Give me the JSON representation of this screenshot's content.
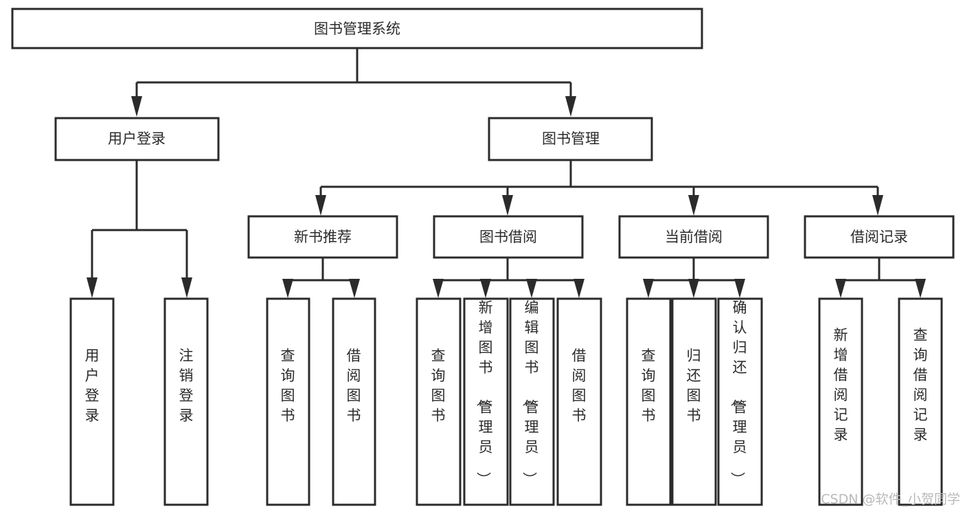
{
  "diagram": {
    "type": "tree-hierarchy",
    "title": "图书管理系统",
    "watermark": "CSDN @软件_小贺同学",
    "nodes": {
      "root": {
        "label": "图书管理系统"
      },
      "level1": [
        {
          "id": "user-login",
          "label": "用户登录"
        },
        {
          "id": "book-manage",
          "label": "图书管理"
        }
      ],
      "level2": [
        {
          "id": "new-book-rec",
          "label": "新书推荐",
          "parent": "book-manage"
        },
        {
          "id": "book-borrow",
          "label": "图书借阅",
          "parent": "book-manage"
        },
        {
          "id": "current-borrow",
          "label": "当前借阅",
          "parent": "book-manage"
        },
        {
          "id": "borrow-record",
          "label": "借阅记录",
          "parent": "book-manage"
        }
      ],
      "leaves": [
        {
          "id": "leaf-user-login",
          "label": "用户登录",
          "parent": "user-login"
        },
        {
          "id": "leaf-user-logout",
          "label": "注销登录",
          "parent": "user-login"
        },
        {
          "id": "leaf-query-book-1",
          "label": "查询图书",
          "parent": "new-book-rec"
        },
        {
          "id": "leaf-borrow-book-1",
          "label": "借阅图书",
          "parent": "new-book-rec"
        },
        {
          "id": "leaf-query-book-2",
          "label": "查询图书",
          "parent": "book-borrow"
        },
        {
          "id": "leaf-add-book",
          "label": "新增图书（管理员）",
          "parent": "book-borrow"
        },
        {
          "id": "leaf-edit-book",
          "label": "编辑图书（管理员）",
          "parent": "book-borrow"
        },
        {
          "id": "leaf-borrow-book-2",
          "label": "借阅图书",
          "parent": "book-borrow"
        },
        {
          "id": "leaf-query-book-3",
          "label": "查询图书",
          "parent": "current-borrow"
        },
        {
          "id": "leaf-return-book",
          "label": "归还图书",
          "parent": "current-borrow"
        },
        {
          "id": "leaf-confirm-return",
          "label": "确认归还（管理员）",
          "parent": "current-borrow"
        },
        {
          "id": "leaf-add-record",
          "label": "新增借阅记录",
          "parent": "borrow-record"
        },
        {
          "id": "leaf-query-record",
          "label": "查询借阅记录",
          "parent": "borrow-record"
        }
      ]
    },
    "colors": {
      "stroke": "#2b2b2b",
      "fill": "#ffffff",
      "text": "#2b2b2b",
      "watermark": "#b9b9b9"
    }
  }
}
